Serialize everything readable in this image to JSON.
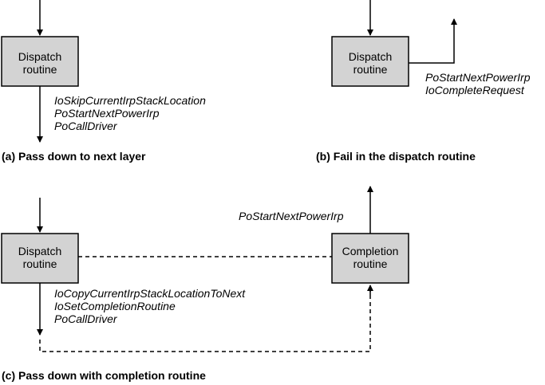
{
  "panel_a": {
    "box_line1": "Dispatch",
    "box_line2": "routine",
    "calls": [
      "IoSkipCurrentIrpStackLocation",
      "PoStartNextPowerIrp",
      "PoCallDriver"
    ],
    "caption": "(a) Pass down to next layer"
  },
  "panel_b": {
    "box_line1": "Dispatch",
    "box_line2": "routine",
    "calls": [
      "PoStartNextPowerIrp",
      "IoCompleteRequest"
    ],
    "caption": "(b) Fail in the dispatch routine"
  },
  "panel_c": {
    "dispatch_line1": "Dispatch",
    "dispatch_line2": "routine",
    "completion_line1": "Completion",
    "completion_line2": "routine",
    "completion_call": "PoStartNextPowerIrp",
    "calls": [
      "IoCopyCurrentIrpStackLocationToNext",
      "IoSetCompletionRoutine",
      "PoCallDriver"
    ],
    "caption": "(c) Pass down with completion routine"
  },
  "colors": {
    "box_fill": "#d3d3d3",
    "stroke": "#000000"
  }
}
